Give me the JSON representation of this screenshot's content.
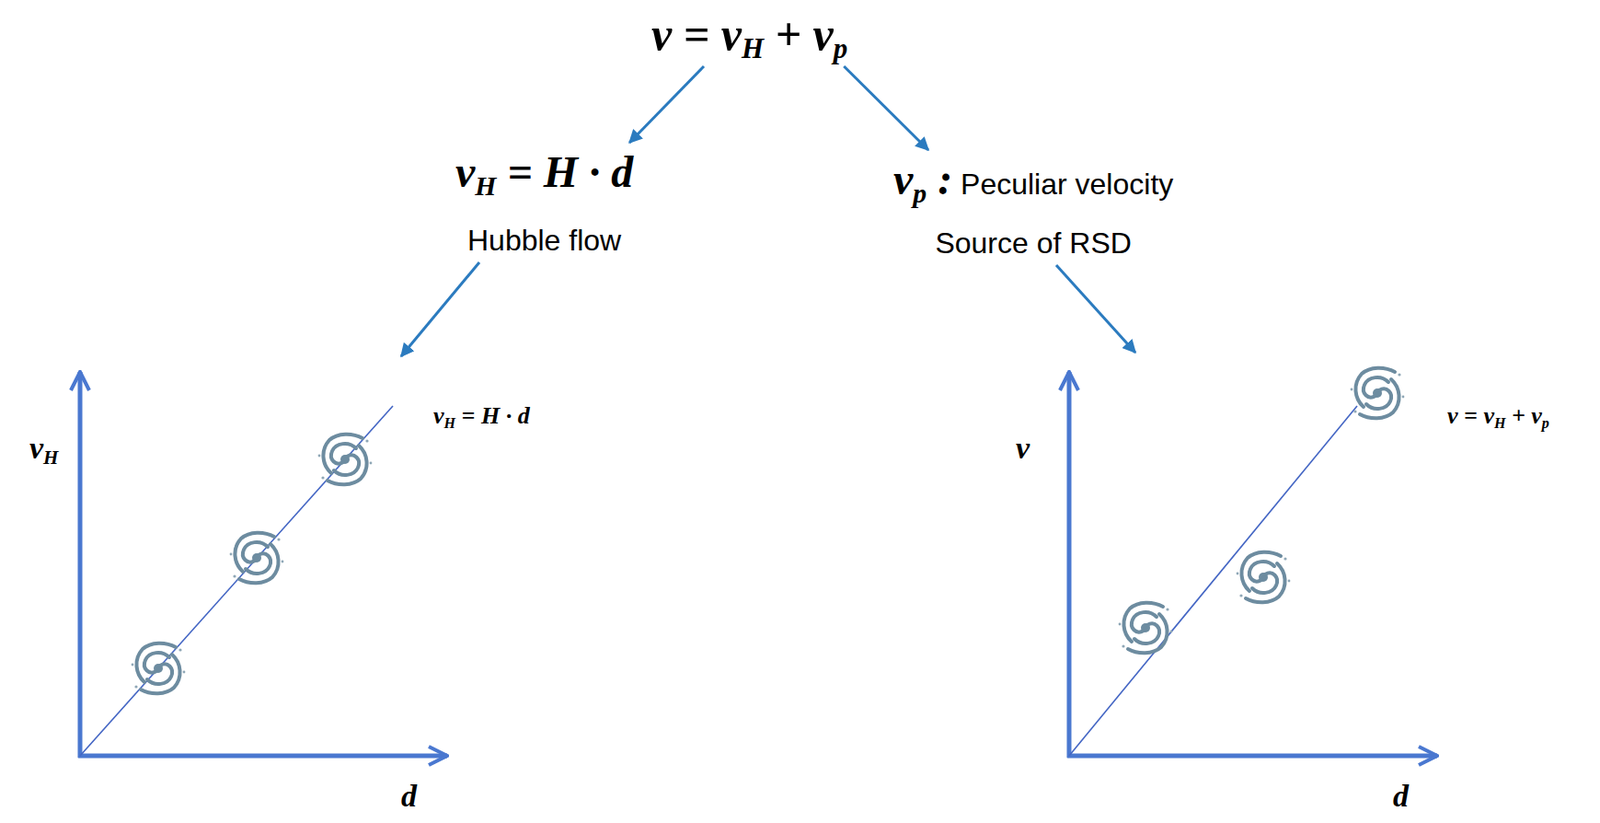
{
  "diagram": {
    "nodes": [
      {
        "text": [
          "v = vH + vp"
        ]
      },
      {
        "text": [
          "vH = H · d",
          "Hubble flow"
        ]
      },
      {
        "text": [
          "vp : Peculiar velocity",
          "Source of RSD"
        ]
      },
      {
        "text": [
          "vH = H · d"
        ]
      },
      {
        "text": [
          "v = vH + vp"
        ]
      }
    ],
    "edges": [
      {
        "from": 0,
        "to": 1,
        "arrow": "to"
      },
      {
        "from": 0,
        "to": 2,
        "arrow": "to"
      },
      {
        "from": 1,
        "to": 3,
        "arrow": "to"
      },
      {
        "from": 2,
        "to": 4,
        "arrow": "to"
      }
    ],
    "labels": [
      "vH",
      "d",
      "v",
      "d"
    ]
  }
}
